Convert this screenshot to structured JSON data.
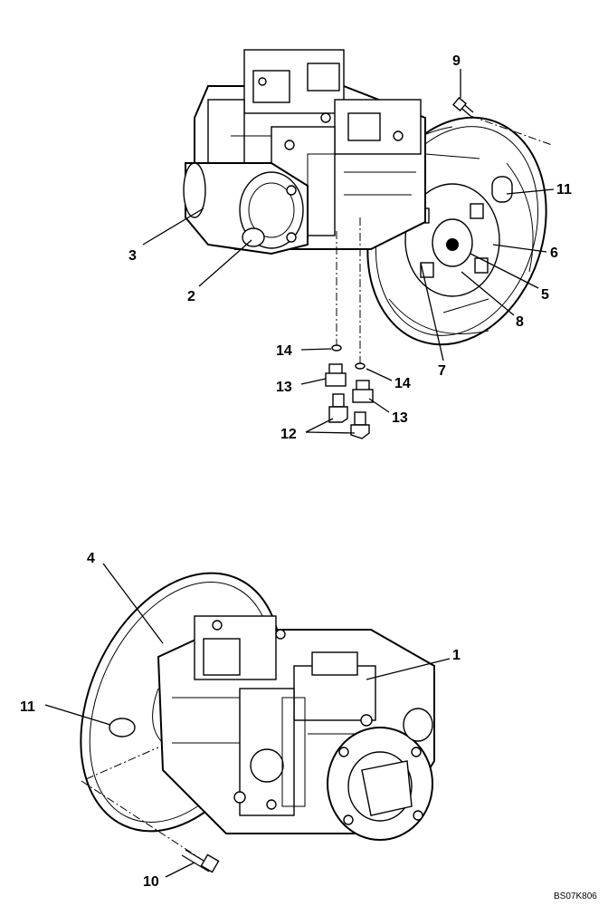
{
  "diagram": {
    "callouts": [
      {
        "id": "c9a",
        "text": "9"
      },
      {
        "id": "c11a",
        "text": "11"
      },
      {
        "id": "c3",
        "text": "3"
      },
      {
        "id": "c6",
        "text": "6"
      },
      {
        "id": "c2",
        "text": "2"
      },
      {
        "id": "c5",
        "text": "5"
      },
      {
        "id": "c8",
        "text": "8"
      },
      {
        "id": "c14a",
        "text": "14"
      },
      {
        "id": "c7",
        "text": "7"
      },
      {
        "id": "c13a",
        "text": "13"
      },
      {
        "id": "c14b",
        "text": "14"
      },
      {
        "id": "c13b",
        "text": "13"
      },
      {
        "id": "c12",
        "text": "12"
      },
      {
        "id": "c4",
        "text": "4"
      },
      {
        "id": "c1",
        "text": "1"
      },
      {
        "id": "c11b",
        "text": "11"
      },
      {
        "id": "c10",
        "text": "10"
      }
    ],
    "reference_code": "BS07K806"
  }
}
